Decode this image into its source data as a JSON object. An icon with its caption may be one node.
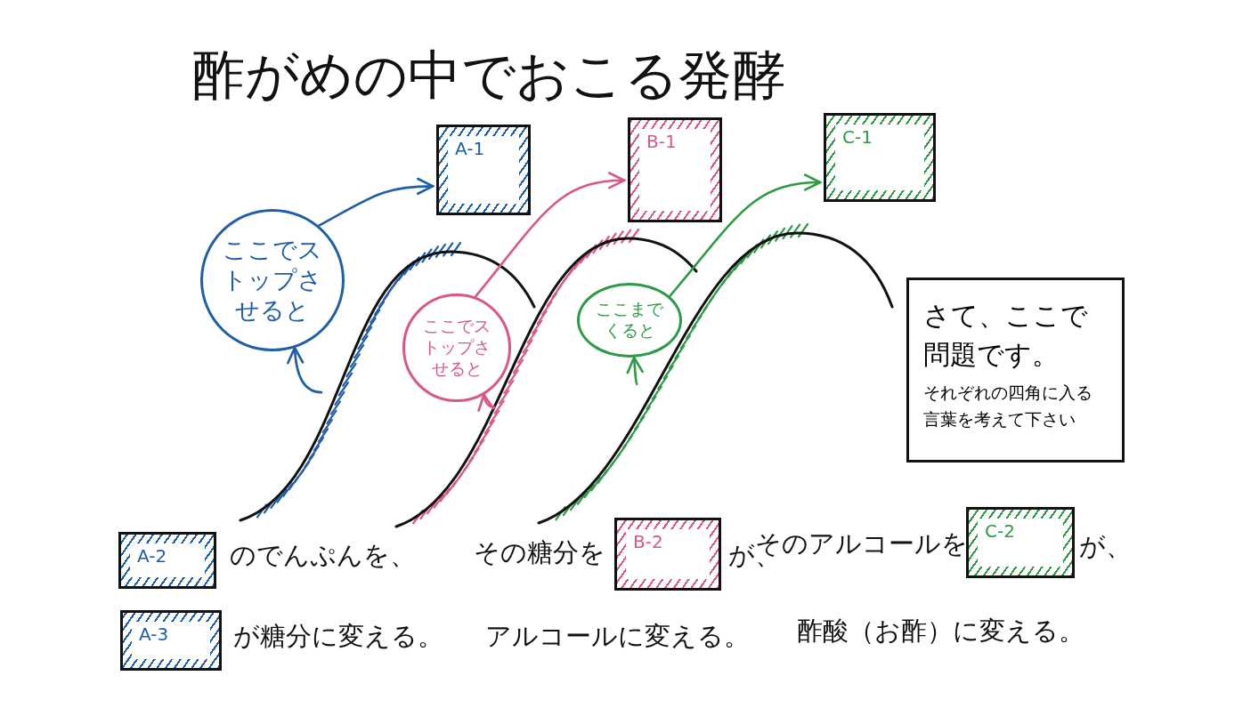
{
  "diagram": {
    "title": "酢がめの中でおこる発酵",
    "nodes": [
      {
        "text": [
          "A-1"
        ]
      },
      {
        "text": [
          "B-1"
        ]
      },
      {
        "text": [
          "C-1"
        ]
      },
      {
        "text": [
          "ここでストップさせると"
        ]
      },
      {
        "text": [
          "ここでストップさせると"
        ]
      },
      {
        "text": [
          "ここまでくると"
        ]
      },
      {
        "text": [
          "さて、ここで問題です。",
          "それぞれの四角に入る言葉を考えて下さい"
        ]
      },
      {
        "text": [
          "A-2"
        ]
      },
      {
        "text": [
          "A-3"
        ]
      },
      {
        "text": [
          "B-2"
        ]
      },
      {
        "text": [
          "C-2"
        ]
      }
    ],
    "edges": [
      {
        "from": null,
        "to": 3,
        "arrow": "to",
        "color": "#1f5fa8"
      },
      {
        "from": 3,
        "to": 0,
        "arrow": "to",
        "color": "#1f5fa8"
      },
      {
        "from": null,
        "to": 4,
        "arrow": "to",
        "color": "#d9578a"
      },
      {
        "from": 4,
        "to": 1,
        "arrow": "to",
        "color": "#d9578a"
      },
      {
        "from": null,
        "to": 5,
        "arrow": "to",
        "color": "#2e9a45"
      },
      {
        "from": 5,
        "to": 2,
        "arrow": "to",
        "color": "#2e9a45"
      }
    ],
    "labels": [
      "のでんぷんを、",
      "が糖分に変える。",
      "その糖分を",
      "が、",
      "アルコールに変える。",
      "そのアルコールを",
      "が、",
      "酢酸（お酢）に変える。"
    ]
  }
}
